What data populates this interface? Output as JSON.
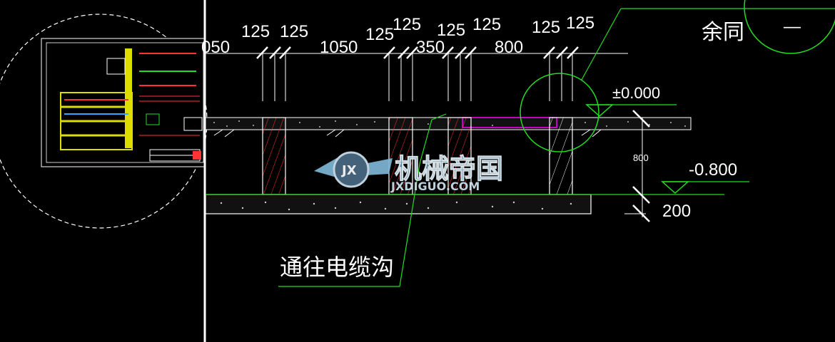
{
  "dimensions": {
    "top_row": [
      "125",
      "125",
      "125",
      "125",
      "125",
      "125",
      "125",
      "125"
    ],
    "mid_row": [
      "050",
      "1050",
      "350",
      "800"
    ],
    "side": {
      "depth": "800",
      "bottom": "200"
    }
  },
  "elevations": {
    "zero": "±0.000",
    "minus": "-0.800"
  },
  "notes": {
    "same_as_above": "余同",
    "cable_trench": "通往电缆沟",
    "circle_top": "—"
  },
  "watermark": {
    "cn": "机械帝国",
    "en": "JXDIGUO.COM",
    "logo": "JX"
  },
  "colors": {
    "line": "#ffffff",
    "leader": "#22dd22",
    "hatch": "#ff3333",
    "slab": "#ff00ff"
  }
}
